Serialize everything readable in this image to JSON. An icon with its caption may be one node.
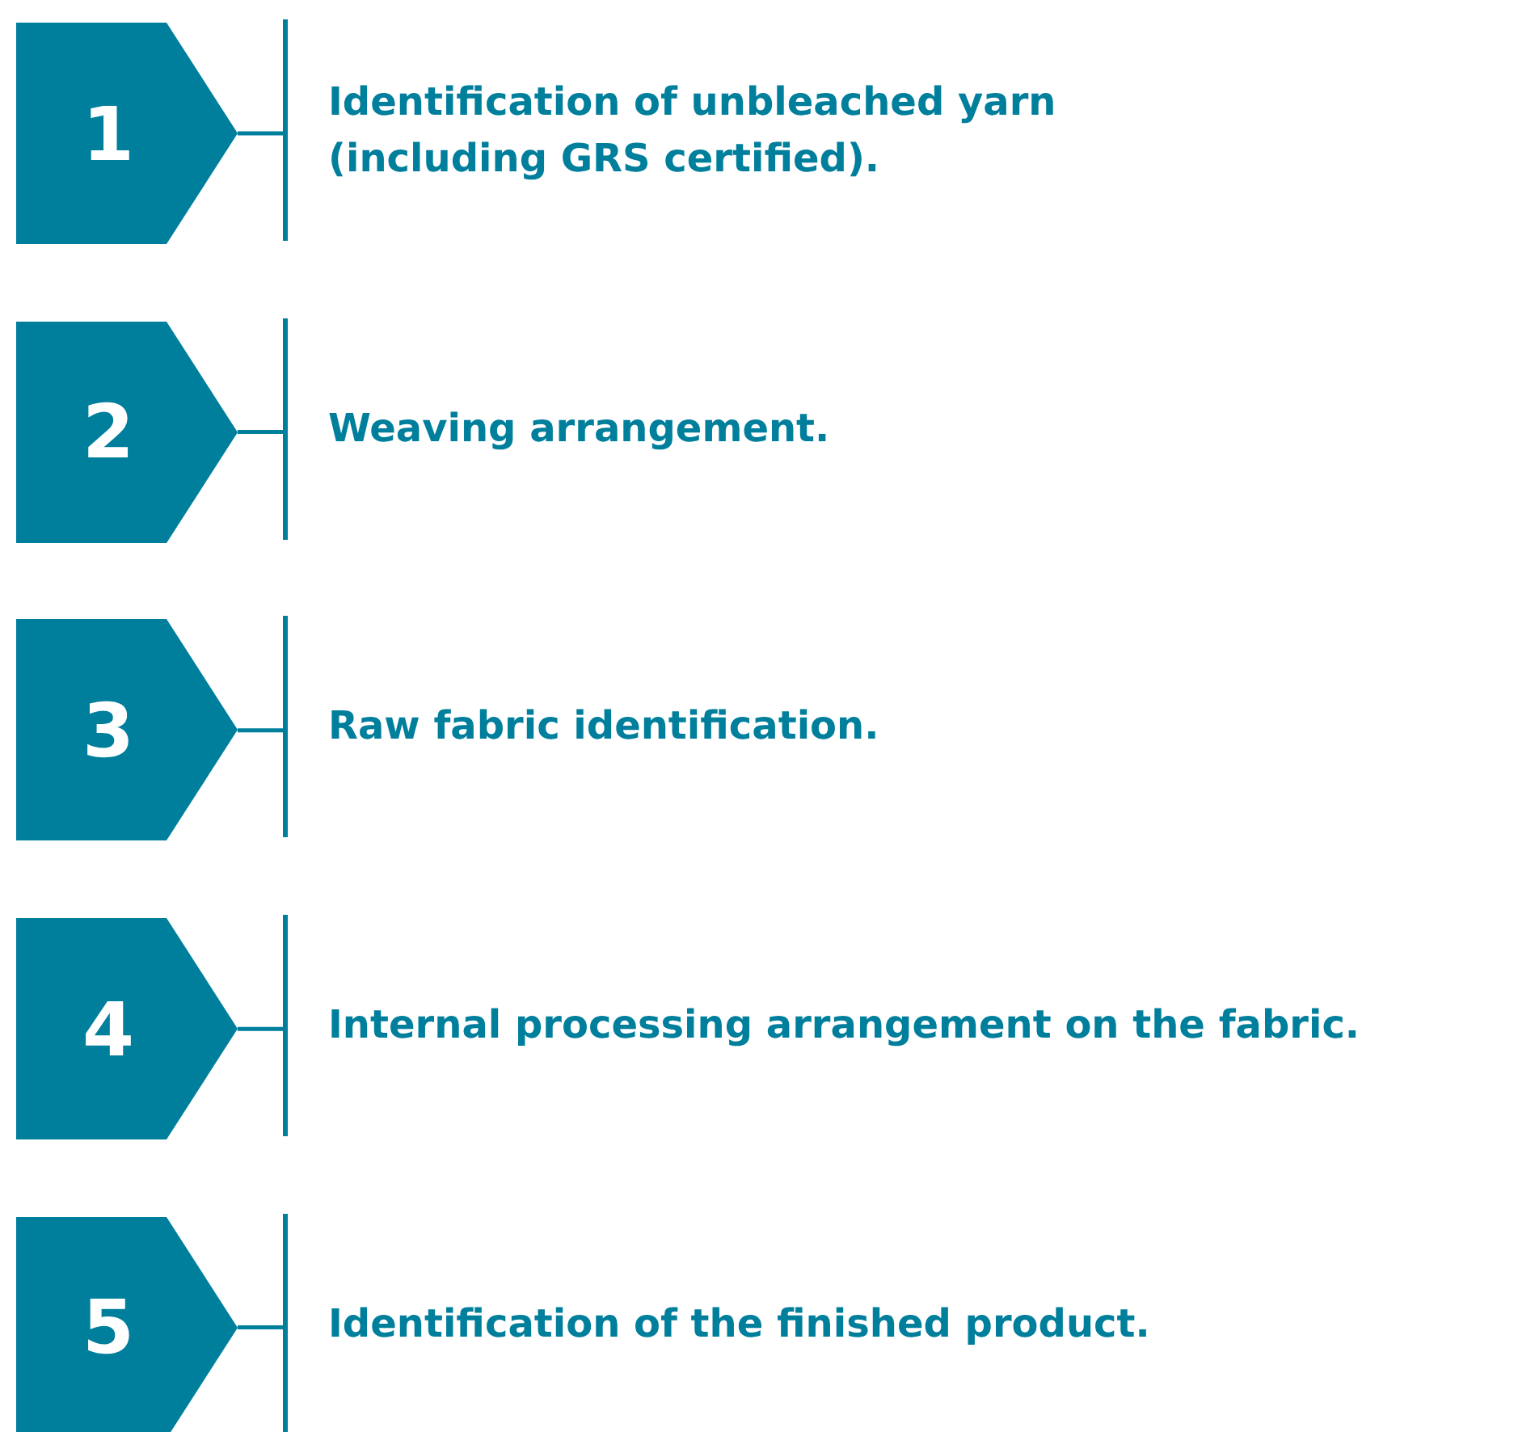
{
  "diagram": {
    "nodes": [
      {
        "text": [
          "1"
        ]
      },
      {
        "text": [
          "Identification of unbleached yarn (including GRS certified)."
        ]
      },
      {
        "text": [
          "2"
        ]
      },
      {
        "text": [
          "Weaving arrangement."
        ]
      },
      {
        "text": [
          "3"
        ]
      },
      {
        "text": [
          "Raw fabric identification."
        ]
      },
      {
        "text": [
          "4"
        ]
      },
      {
        "text": [
          "Internal processing arrangement on the fabric."
        ]
      },
      {
        "text": [
          "5"
        ]
      },
      {
        "text": [
          "Identification of the finished product."
        ]
      }
    ],
    "edges": [
      {
        "from": 0,
        "to": 1,
        "arrow": "none"
      },
      {
        "from": 2,
        "to": 3,
        "arrow": "none"
      },
      {
        "from": 4,
        "to": 5,
        "arrow": "none"
      },
      {
        "from": 6,
        "to": 7,
        "arrow": "none"
      },
      {
        "from": 8,
        "to": 9,
        "arrow": "none"
      }
    ]
  }
}
